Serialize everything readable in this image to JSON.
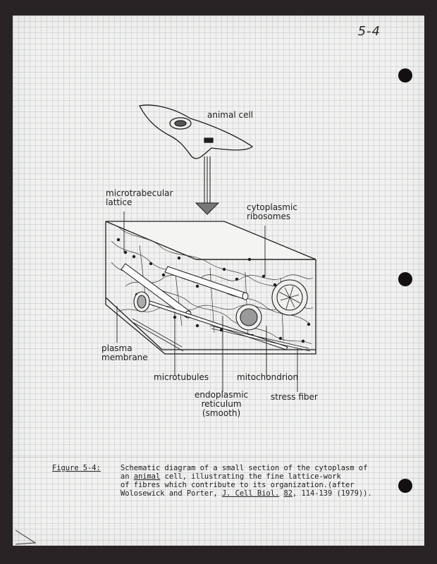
{
  "page": {
    "number": "5-4"
  },
  "labels": {
    "animal_cell": "animal cell",
    "microtrabecular_lattice": "microtrabecular\nlattice",
    "cytoplasmic_ribosomes": "cytoplasmic\nribosomes",
    "plasma_membrane": "plasma\nmembrane",
    "microtubules": "microtubules",
    "mitochondrion": "mitochondrion",
    "endoplasmic_reticulum": "endoplasmic\nreticulum\n(smooth)",
    "stress_fiber": "stress fiber"
  },
  "caption": {
    "label": "Figure 5-4:",
    "text_1": "Schematic diagram of a small section of the cytoplasm of",
    "text_2_a": "an ",
    "text_2_struck": "animal",
    "text_2_b": " cell, illustrating the fine lattice-work",
    "text_3": "of fibres which contribute to its organization.(after",
    "text_4_a": "Wolosewick and Porter, ",
    "journal": "J. Cell Biol.",
    "volume": "82",
    "text_4_b": ", 114-139 (1979))."
  }
}
